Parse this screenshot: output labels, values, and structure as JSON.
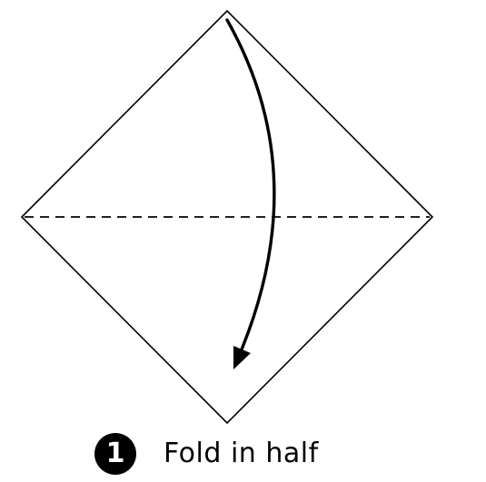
{
  "step": {
    "number": "1",
    "instruction": "Fold in half"
  },
  "colors": {
    "line": "#000000",
    "background": "#ffffff",
    "badge": "#000000",
    "badge_text": "#ffffff"
  },
  "icons": {
    "fold_direction": "curved-down-arrow-icon",
    "fold_line": "dashed-valley-fold-line"
  }
}
